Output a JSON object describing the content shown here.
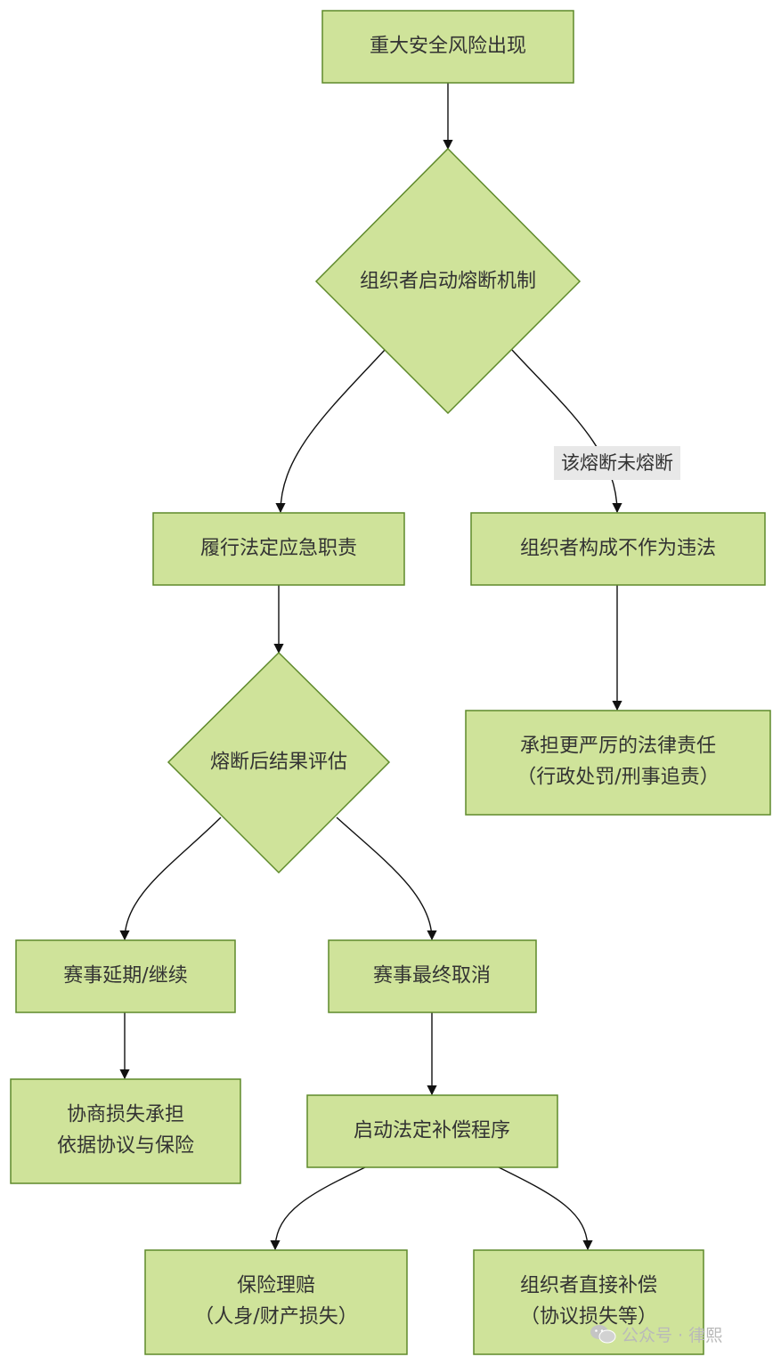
{
  "nodes": {
    "major_risk": "重大安全风险出现",
    "fuse_decision": "组织者启动熔断机制",
    "legal_duty": "履行法定应急职责",
    "omission_violation": "组织者构成不作为违法",
    "heavier_liability": [
      "承担更严厉的法律责任",
      "（行政处罚/刑事追责）"
    ],
    "post_fuse_eval": "熔断后结果评估",
    "postpone_continue": "赛事延期/继续",
    "final_cancel": "赛事最终取消",
    "negotiate_loss": [
      "协商损失承担",
      "依据协议与保险"
    ],
    "compensation_procedure": "启动法定补偿程序",
    "insurance_claim": [
      "保险理赔",
      "（人身/财产损失）"
    ],
    "direct_compensation": [
      "组织者直接补偿",
      "（协议损失等）"
    ]
  },
  "edge_labels": {
    "not_fused": "该熔断未熔断"
  },
  "watermark": {
    "text": "公众号 · 律熙"
  },
  "colors": {
    "node_fill": "#cfe39a",
    "node_stroke": "#5f8a2b",
    "edge": "#111111",
    "label_bg": "#e8e8e8"
  }
}
